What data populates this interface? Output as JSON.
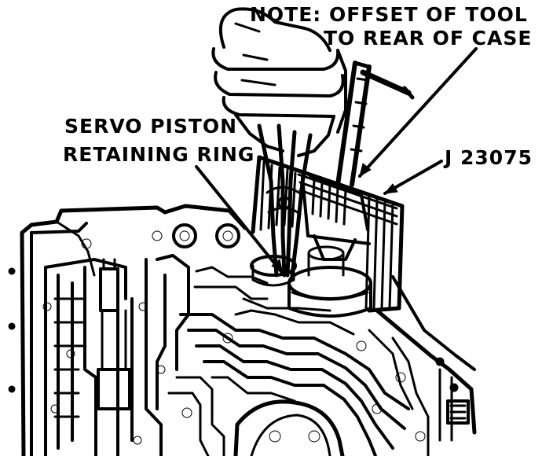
{
  "labels": {
    "note_line1": "NOTE: OFFSET OF TOOL",
    "note_line2": "TO REAR OF CASE",
    "servo_line1": "SERVO PISTON",
    "servo_line2": "RETAINING RING",
    "tool_id": "J 23075"
  },
  "colors": {
    "ink": "#000000",
    "paper": "#ffffff"
  }
}
